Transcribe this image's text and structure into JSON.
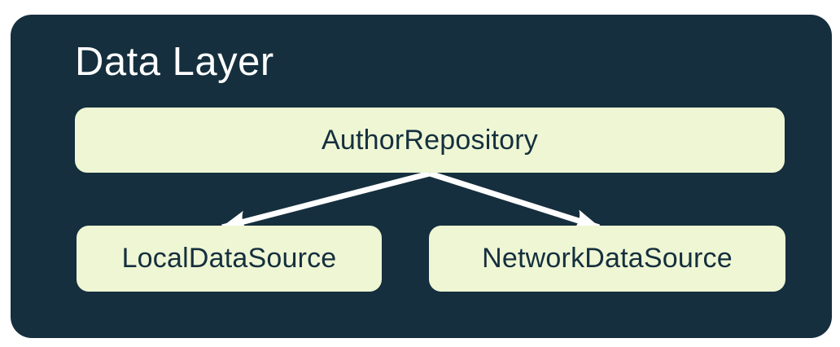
{
  "diagram": {
    "title": "Data Layer",
    "nodes": {
      "repository": {
        "label": "AuthorRepository"
      },
      "local": {
        "label": "LocalDataSource"
      },
      "network": {
        "label": "NetworkDataSource"
      }
    },
    "edges": [
      {
        "from": "AuthorRepository",
        "to": "LocalDataSource",
        "style": "arrow"
      },
      {
        "from": "AuthorRepository",
        "to": "NetworkDataSource",
        "style": "arrow"
      }
    ],
    "colors": {
      "background": "#ffffff",
      "container": "#152f3e",
      "node_fill": "#eef6d4",
      "node_text": "#152f3e",
      "title_text": "#ffffff",
      "arrow": "#ffffff"
    }
  }
}
